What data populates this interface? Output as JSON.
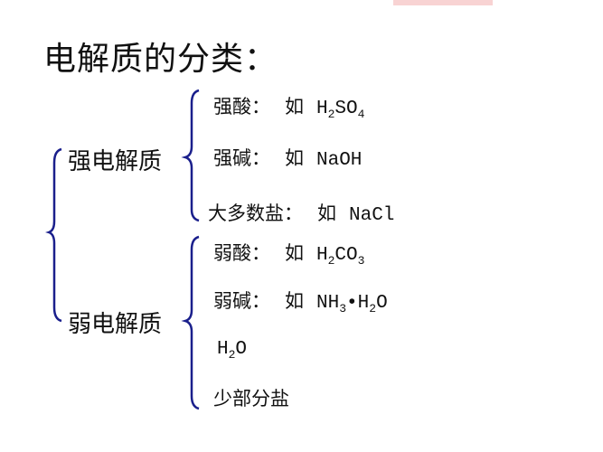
{
  "title": "电解质的分类：",
  "strong": {
    "label": "强电解质",
    "items": [
      {
        "name": "强酸：",
        "ru": "如",
        "formula": [
          "H",
          "2",
          "SO",
          "4"
        ]
      },
      {
        "name": "强碱：",
        "ru": "如",
        "formula": "NaOH"
      },
      {
        "name": "大多数盐：",
        "ru": "如",
        "formula": "NaCl"
      }
    ]
  },
  "weak": {
    "label": "弱电解质",
    "items": [
      {
        "name": "弱酸：",
        "ru": "如",
        "formula": [
          "H",
          "2",
          "CO",
          "3"
        ]
      },
      {
        "name": "弱碱：",
        "ru": "如",
        "formula": [
          "NH",
          "3",
          "•H",
          "2",
          "O"
        ]
      },
      {
        "name": "",
        "formula": [
          "H",
          "2",
          "O"
        ]
      },
      {
        "name": "少部分盐"
      }
    ]
  },
  "colors": {
    "brace": "#1a1f8c",
    "watermark": "#f6c8c8"
  }
}
